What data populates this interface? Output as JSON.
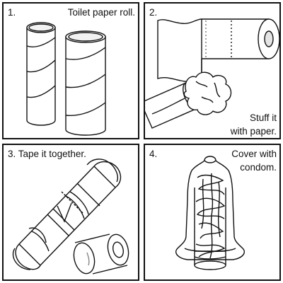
{
  "panels": [
    {
      "step": "1.",
      "caption_lines": [
        "Toilet paper roll."
      ]
    },
    {
      "step": "2.",
      "caption_lines": [
        "Stuff it",
        "with paper."
      ]
    },
    {
      "step": "3.",
      "caption_lines": [
        "Tape it together."
      ]
    },
    {
      "step": "4.",
      "caption_lines": [
        "Cover with",
        "condom."
      ]
    }
  ],
  "colors": {
    "border": "#111111",
    "line": "#111111",
    "fill": "#ffffff",
    "shade": "#dcdcdc"
  },
  "icons": [
    "toilet-paper-tube-icon",
    "toilet-paper-roll-icon",
    "crumpled-paper-icon",
    "tape-roll-icon",
    "condom-icon"
  ]
}
